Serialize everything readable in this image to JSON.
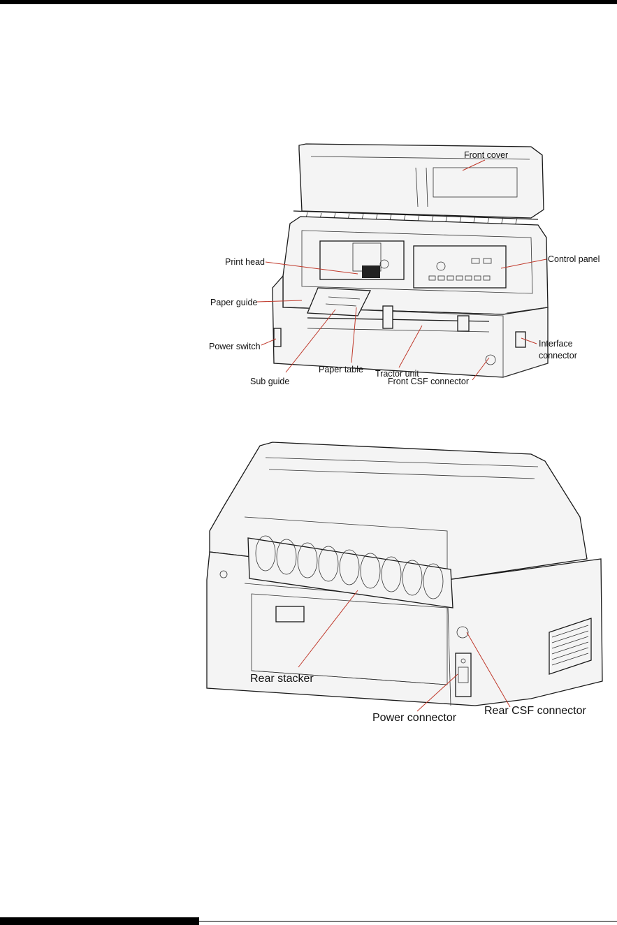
{
  "front_view": {
    "labels": {
      "front_cover": "Front cover",
      "print_head": "Print head",
      "control_panel": "Control panel",
      "paper_guide": "Paper guide",
      "power_switch": "Power switch",
      "interface_connector_line1": "Interface",
      "interface_connector_line2": "connector",
      "paper_table": "Paper table",
      "tractor_unit": "Tractor unit",
      "sub_guide": "Sub guide",
      "front_csf_connector": "Front CSF connector"
    }
  },
  "rear_view": {
    "labels": {
      "rear_stacker": "Rear stacker",
      "power_connector": "Power connector",
      "rear_csf_connector": "Rear CSF connector"
    }
  }
}
